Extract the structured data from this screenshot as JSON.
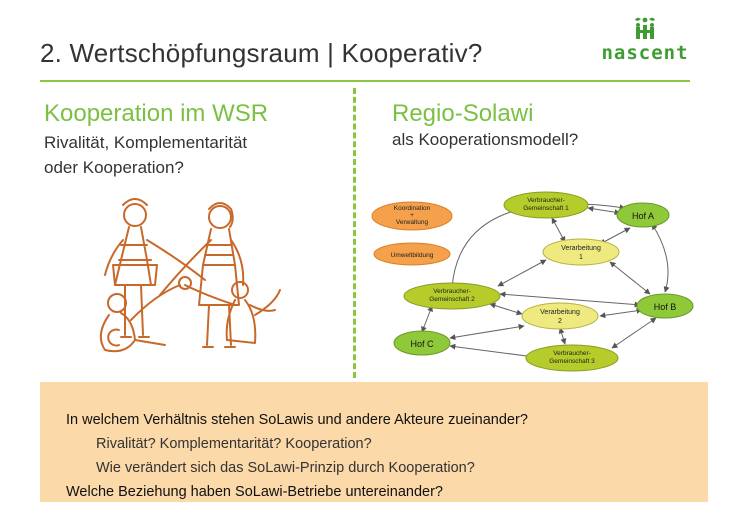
{
  "header": {
    "title": "2. Wertschöpfungsraum | Kooperativ?",
    "logo_text": "nascent"
  },
  "left": {
    "heading": "Kooperation im WSR",
    "subtitle_line1": "Rivalität, Komplementarität",
    "subtitle_line2": "oder Kooperation?"
  },
  "right": {
    "heading": "Regio-Solawi",
    "subtitle": "als Kooperationsmodell?"
  },
  "diagram": {
    "nodes": {
      "koordination_l1": "Koordination",
      "koordination_l2": "+",
      "koordination_l3": "Verwaltung",
      "umweltbildung": "Umweltbildung",
      "vg1_l1": "Verbraucher-",
      "vg1_l2": "Gemeinschaft 1",
      "hofa": "Hof A",
      "verarb1_l1": "Verarbeitung",
      "verarb1_l2": "1",
      "vg2_l1": "Verbraucher-",
      "vg2_l2": "Gemeinschaft 2",
      "hofb": "Hof B",
      "verarb2_l1": "Verarbeitung",
      "verarb2_l2": "2",
      "hofc": "Hof C",
      "vg3_l1": "Verbraucher-",
      "vg3_l2": "Gemeinschaft 3"
    },
    "colors": {
      "orange": "#f5a04a",
      "light_yellow": "#eeea80",
      "olive": "#b6cc2a",
      "green": "#8fc93a"
    }
  },
  "questions": {
    "q1": "In welchem Verhältnis stehen SoLawis und andere Akteure zueinander?",
    "q2": "Rivalität? Komplementarität? Kooperation?",
    "q3": "Wie verändert sich das SoLawi-Prinzip durch Kooperation?",
    "q4": "Welche Beziehung haben SoLawi-Betriebe untereinander?"
  }
}
